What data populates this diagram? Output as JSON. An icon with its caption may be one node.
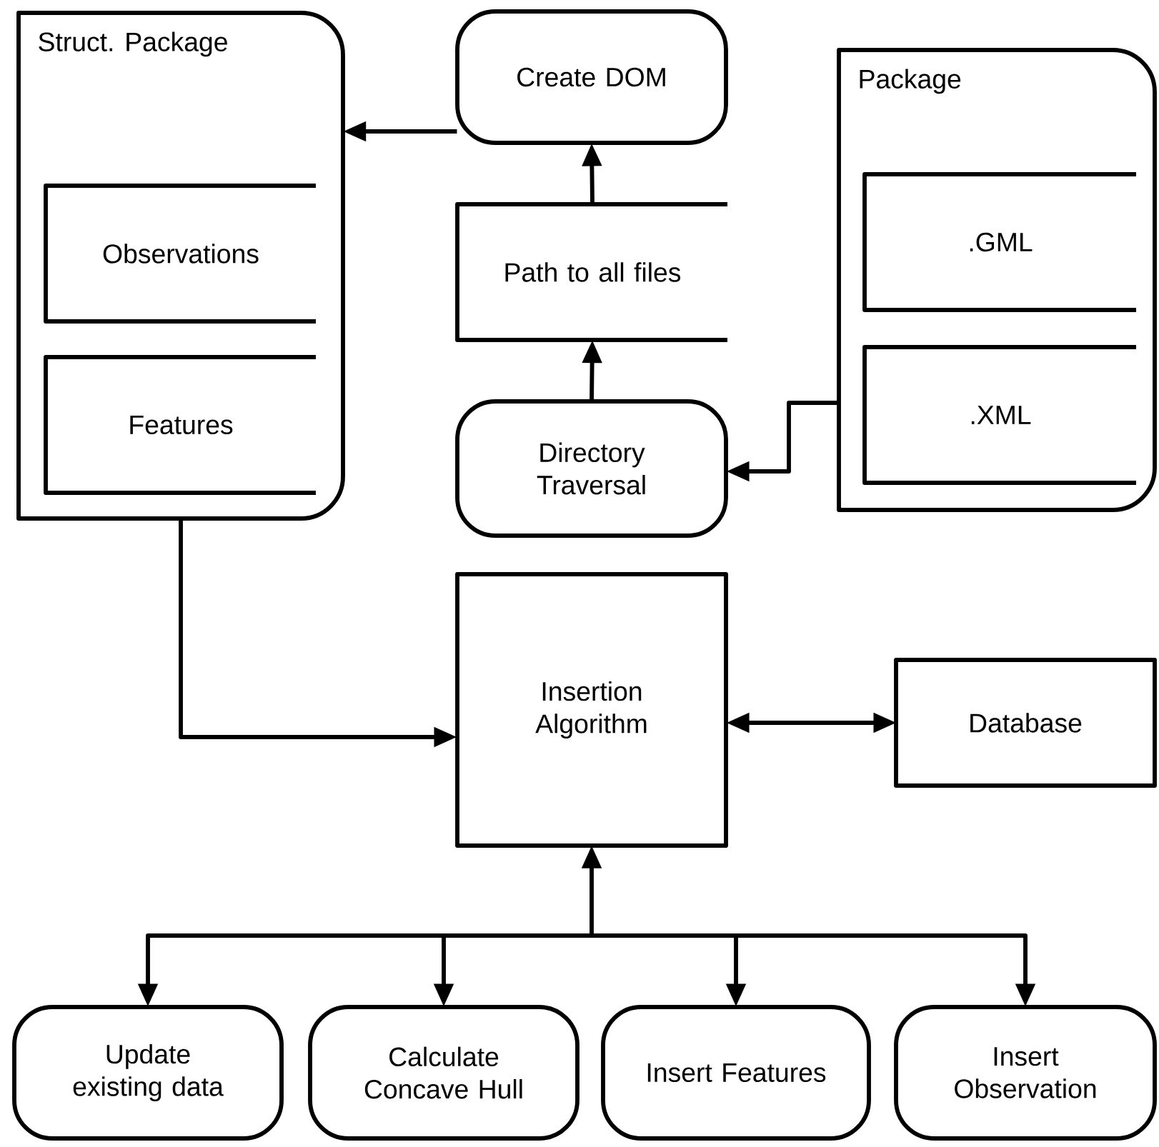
{
  "diagram": {
    "nodes": [
      {
        "text": [
          "Struct. Package"
        ]
      },
      {
        "text": [
          "Observations"
        ],
        "in": 0
      },
      {
        "text": [
          "Features"
        ],
        "in": 0
      },
      {
        "text": [
          "Create DOM"
        ]
      },
      {
        "text": [
          "Path to all files"
        ]
      },
      {
        "text": [
          "Directory Traversal"
        ]
      },
      {
        "text": [
          "Package"
        ]
      },
      {
        "text": [
          ".GML"
        ],
        "in": 6
      },
      {
        "text": [
          ".XML"
        ],
        "in": 6
      },
      {
        "text": [
          "Insertion Algorithm"
        ]
      },
      {
        "text": [
          "Database"
        ]
      },
      {
        "text": [
          "Update existing data"
        ]
      },
      {
        "text": [
          "Calculate Concave Hull"
        ]
      },
      {
        "text": [
          "Insert Features"
        ]
      },
      {
        "text": [
          "Insert Observation"
        ]
      }
    ],
    "edges": [
      {
        "from": 3,
        "to": 0,
        "arrow": "to"
      },
      {
        "from": 4,
        "to": 3,
        "arrow": "to"
      },
      {
        "from": 5,
        "to": 4,
        "arrow": "to"
      },
      {
        "from": 6,
        "to": 5,
        "arrow": "to"
      },
      {
        "from": 0,
        "to": 9,
        "arrow": "to"
      },
      {
        "from": 9,
        "to": 10,
        "arrow": "both"
      },
      {
        "from": 9,
        "to": 11,
        "arrow": "both"
      },
      {
        "from": 9,
        "to": 12,
        "arrow": "both"
      },
      {
        "from": 9,
        "to": 13,
        "arrow": "both"
      },
      {
        "from": 9,
        "to": 14,
        "arrow": "both"
      }
    ]
  }
}
